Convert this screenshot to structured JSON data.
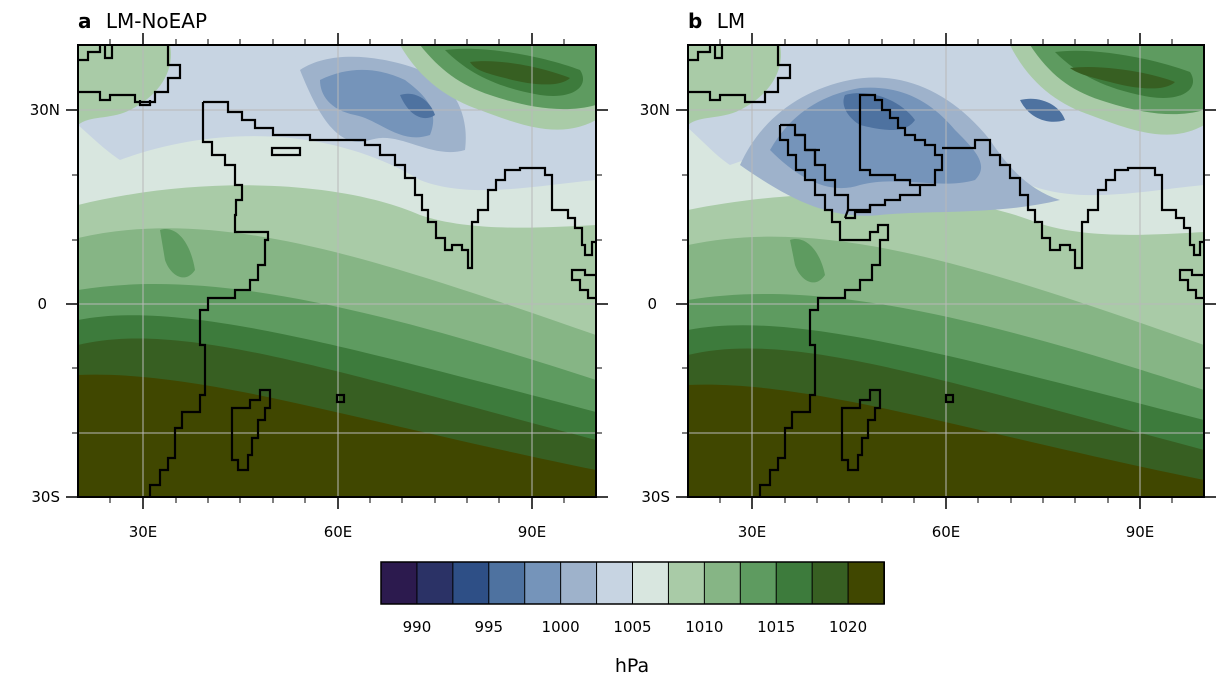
{
  "panels": [
    {
      "letter": "a",
      "title": "LM-NoEAP",
      "x_ticks": [
        "30E",
        "60E",
        "90E"
      ],
      "y_ticks": [
        "30N",
        "0",
        "30S"
      ],
      "lon_range": [
        20,
        100
      ],
      "lat_range": [
        -30,
        40
      ]
    },
    {
      "letter": "b",
      "title": "LM",
      "x_ticks": [
        "30E",
        "60E",
        "90E"
      ],
      "y_ticks": [
        "30N",
        "0",
        "30S"
      ],
      "lon_range": [
        20,
        100
      ],
      "lat_range": [
        -30,
        40
      ]
    }
  ],
  "colorbar": {
    "labels": [
      "990",
      "995",
      "1000",
      "1005",
      "1010",
      "1015",
      "1020"
    ],
    "unit": "hPa",
    "levels": [
      987.5,
      990,
      992.5,
      995,
      997.5,
      1000,
      1002.5,
      1005,
      1007.5,
      1010,
      1012.5,
      1015,
      1017.5,
      1020,
      1022.5
    ],
    "colors": [
      "#2c1a4e",
      "#2b3266",
      "#2e4f86",
      "#4e72a0",
      "#7594ba",
      "#9eb2cb",
      "#c7d4e2",
      "#d8e6df",
      "#a9cba7",
      "#86b585",
      "#5e9b60",
      "#3d7b3c",
      "#375f22",
      "#404700"
    ]
  }
}
